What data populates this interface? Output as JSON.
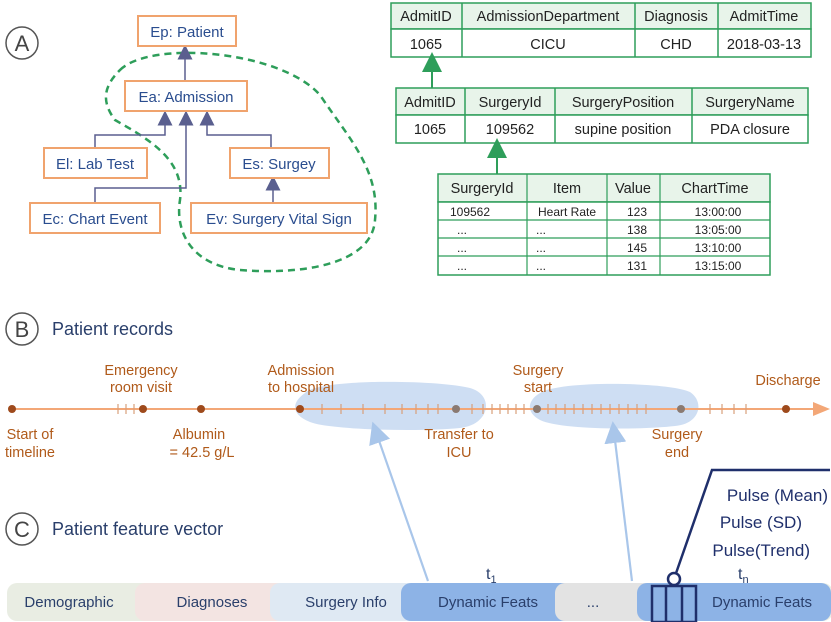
{
  "panel_a": {
    "label": "A",
    "entities": {
      "patient": "Ep: Patient",
      "admission": "Ea: Admission",
      "lab_test": "El: Lab Test",
      "surgery": "Es: Surgey",
      "chart_event": "Ec: Chart Event",
      "surgery_vital": "Ev: Surgery Vital Sign"
    },
    "admission_table": {
      "headers": [
        "AdmitID",
        "AdmissionDepartment",
        "Diagnosis",
        "AdmitTime"
      ],
      "row": [
        "1065",
        "CICU",
        "CHD",
        "2018-03-13"
      ]
    },
    "surgery_table": {
      "headers": [
        "AdmitID",
        "SurgeryId",
        "SurgeryPosition",
        "SurgeryName"
      ],
      "row": [
        "1065",
        "109562",
        "supine position",
        "PDA closure"
      ]
    },
    "vital_table": {
      "headers": [
        "SurgeryId",
        "Item",
        "Value",
        "ChartTime"
      ],
      "rows": [
        [
          "109562",
          "Heart Rate",
          "123",
          "13:00:00"
        ],
        [
          "...",
          "...",
          "138",
          "13:05:00"
        ],
        [
          "...",
          "...",
          "145",
          "13:10:00"
        ],
        [
          "...",
          "...",
          "131",
          "13:15:00"
        ]
      ]
    }
  },
  "panel_b": {
    "label": "B",
    "title": "Patient records",
    "events": {
      "start_1": "Start of",
      "start_2": "timeline",
      "er_1": "Emergency",
      "er_2": "room visit",
      "albumin_1": "Albumin",
      "albumin_2": "= 42.5 g/L",
      "admission_1": "Admission",
      "admission_2": "to hospital",
      "transfer_1": "Transfer to",
      "transfer_2": "ICU",
      "surgery_start_1": "Surgery",
      "surgery_start_2": "start",
      "surgery_end_1": "Surgery",
      "surgery_end_2": "end",
      "discharge": "Discharge"
    }
  },
  "panel_c": {
    "label": "C",
    "title": "Patient feature vector",
    "segments": {
      "demographic": "Demographic",
      "diagnoses": "Diagnoses",
      "surgery_info": "Surgery Info",
      "dynamic_1": "Dynamic Feats",
      "ellipsis": "...",
      "dynamic_n": "Dynamic Feats"
    },
    "t1_base": "t",
    "t1_sub": "1",
    "tn_base": "t",
    "tn_sub": "n",
    "features": {
      "mean": "Pulse (Mean)",
      "sd": "Pulse (SD)",
      "trend": "Pulse(Trend)"
    }
  },
  "colors": {
    "orange": "#f0a36d",
    "green": "#2e9e5a",
    "timeline": "#f3a777",
    "event_dot": "#9e4a1c",
    "highlight": "#c9daf2",
    "arrow_blue": "#a9c6ea",
    "navy": "#1f2f6b",
    "dynamic_blue": "#8db3e6"
  }
}
